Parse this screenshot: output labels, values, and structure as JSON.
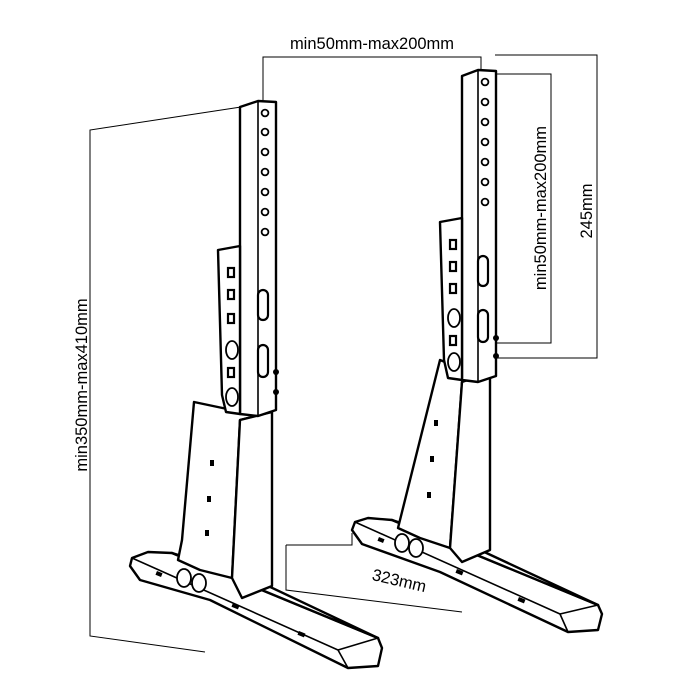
{
  "dimensions": {
    "vesa_width": "min50mm-max200mm",
    "vesa_height": "min50mm-max200mm",
    "overall_height": "min350mm-max410mm",
    "bracket_height": "245mm",
    "base_depth": "323mm"
  }
}
